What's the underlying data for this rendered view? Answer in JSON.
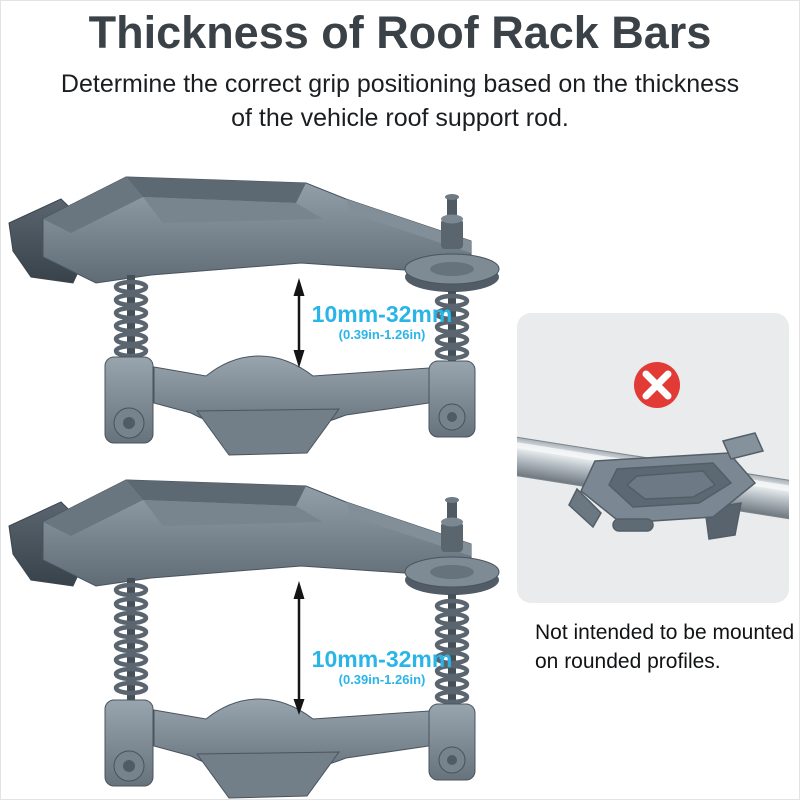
{
  "header": {
    "title": "Thickness of Roof Rack Bars",
    "subtitle_line1": "Determine the correct grip positioning based on the thickness",
    "subtitle_line2": "of the vehicle roof support rod."
  },
  "figures": [
    {
      "range_mm": "10mm-32mm",
      "range_in": "(0.39in-1.26in)"
    },
    {
      "range_mm": "10mm-32mm",
      "range_in": "(0.39in-1.26in)"
    }
  ],
  "warning": {
    "icon": "prohibited-x",
    "note_line1": "Not intended to be mounted",
    "note_line2": "on rounded profiles."
  },
  "colors": {
    "dimension_text": "#29b5e8",
    "prohibit_red": "#e23a34",
    "panel_bg": "#e9ebec",
    "title_text": "#3a4147",
    "clamp_gray": "#76838d"
  }
}
